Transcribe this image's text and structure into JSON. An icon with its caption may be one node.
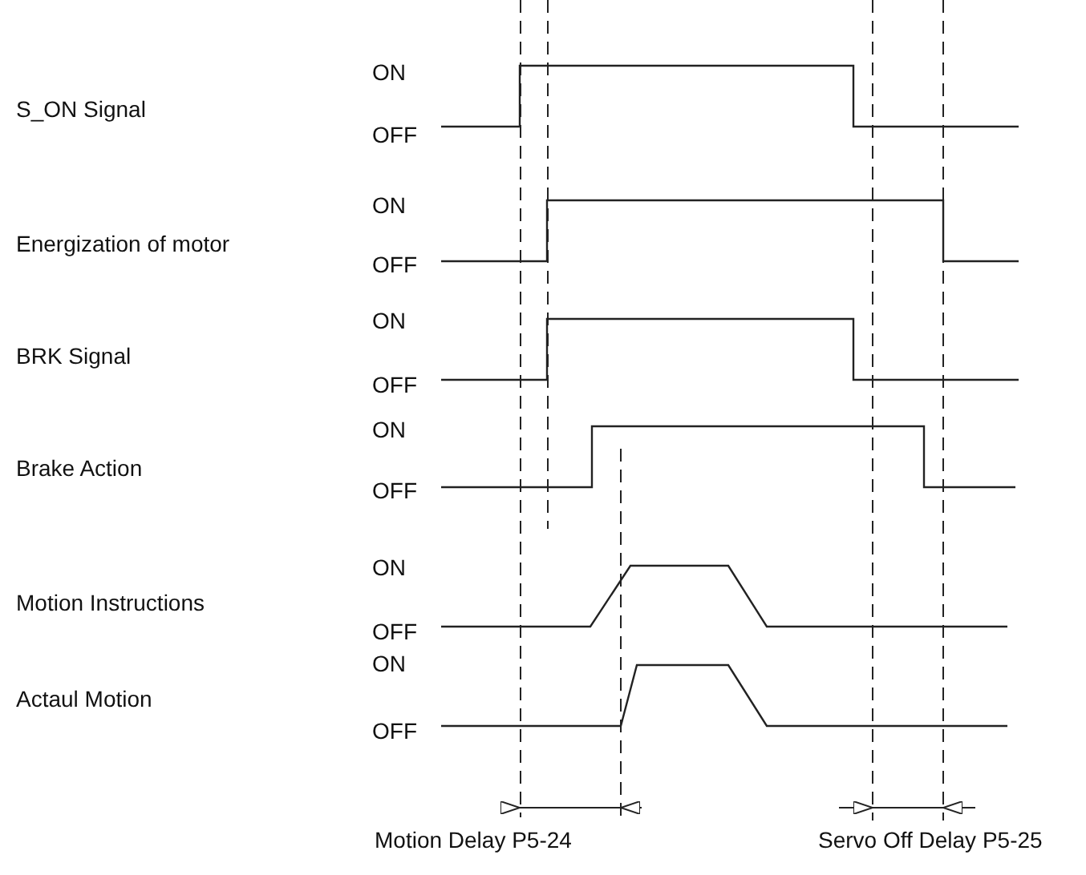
{
  "diagram": {
    "labels": [
      "ON",
      "S_ON Signal",
      "OFF",
      "ON",
      "Energization of motor",
      "OFF",
      "ON",
      "BRK Signal",
      "OFF",
      "ON",
      "Brake Action",
      "OFF",
      "ON",
      "Motion Instructions",
      "OFF",
      "ON",
      "Actaul Motion",
      "OFF",
      "Motion Delay P5-24",
      "Servo Off Delay P5-25"
    ]
  }
}
